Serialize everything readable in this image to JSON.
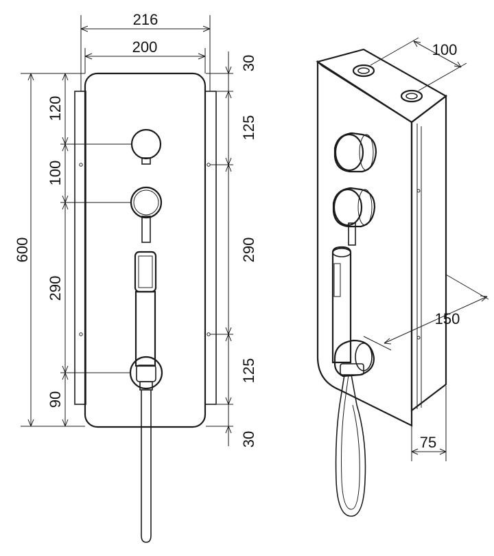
{
  "front_view": {
    "dims": {
      "overall_width": "216",
      "panel_width": "200",
      "top_offset": "30",
      "bottom_offset": "30",
      "height": "600",
      "left_seg_1": "120",
      "left_seg_2": "100",
      "left_seg_3": "290",
      "left_seg_4": "90",
      "right_seg_1": "125",
      "right_seg_2": "290",
      "right_seg_3": "125"
    }
  },
  "side_view": {
    "dims": {
      "inlet_spacing": "100",
      "depth": "150",
      "box_depth": "75"
    }
  }
}
